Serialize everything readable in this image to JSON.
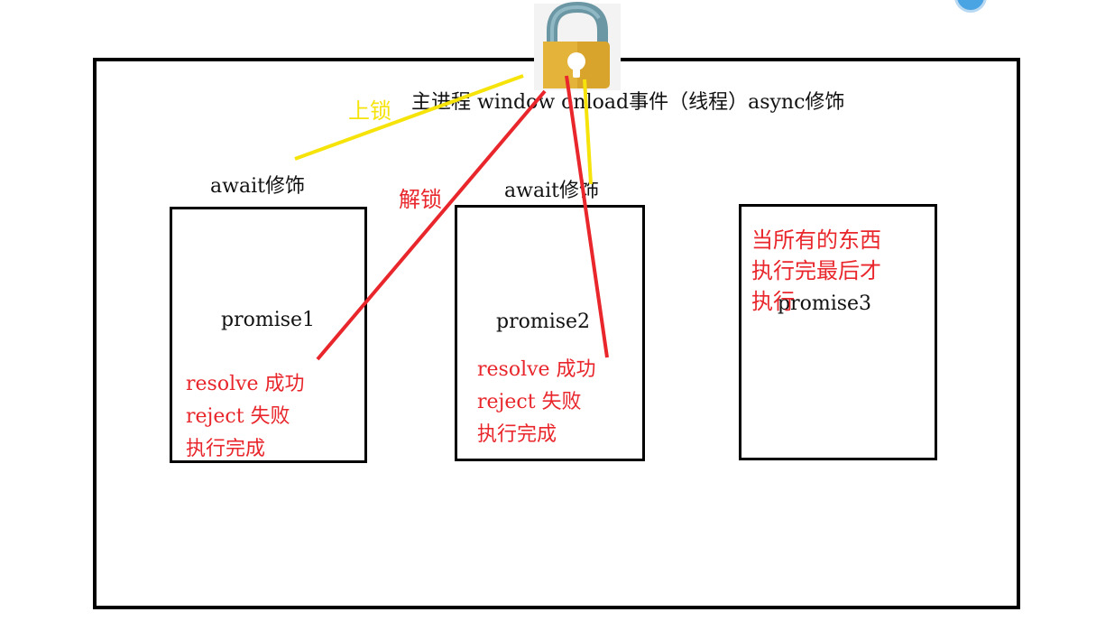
{
  "diagram": {
    "main_process_label": "主进程 window onload事件（线程）async修饰",
    "lock_label": "上锁",
    "unlock_label": "解锁",
    "await_label_1": "await修饰",
    "await_label_2": "await修饰",
    "boxes": [
      {
        "name": "promise1",
        "lines": [
          "resolve 成功",
          "reject 失败",
          "执行完成"
        ]
      },
      {
        "name": "promise2",
        "lines": [
          "resolve 成功",
          "reject 失败",
          "执行完成"
        ]
      },
      {
        "name": "promise3",
        "lines": [
          "当所有的东西",
          "执行完最后才",
          "执行"
        ]
      }
    ],
    "lock_icon": "padlock-icon"
  },
  "colors": {
    "red": "#e8262b",
    "yellow": "#f5e30a",
    "lock_body": "#d8a42b",
    "lock_shackle": "#6b97a4",
    "outline": "#000000"
  }
}
